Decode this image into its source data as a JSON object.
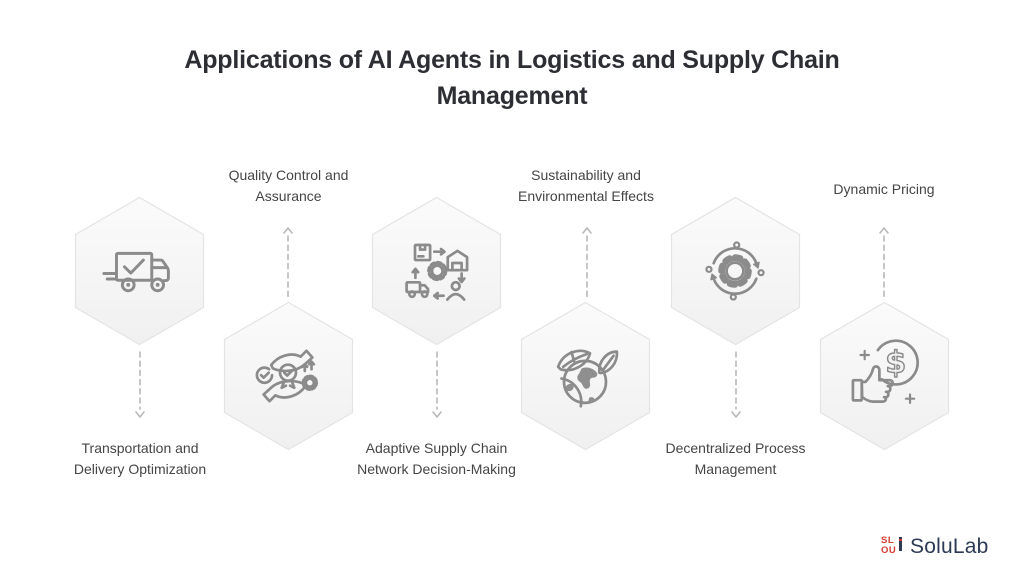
{
  "title": "Applications of AI Agents in Logistics and Supply Chain Management",
  "items": [
    {
      "label": "Transportation and Delivery Optimization",
      "icon": "delivery-truck-check-icon",
      "row": "upper",
      "label_placement": "below"
    },
    {
      "label": "Quality Control and Assurance",
      "icon": "hands-quality-badge-icon",
      "row": "lower",
      "label_placement": "above"
    },
    {
      "label": "Adaptive Supply Chain Network Decision-Making",
      "icon": "supply-chain-cycle-icon",
      "row": "upper",
      "label_placement": "below"
    },
    {
      "label": "Sustainability and Environmental Effects",
      "icon": "globe-leaves-icon",
      "row": "lower",
      "label_placement": "above"
    },
    {
      "label": "Decentralized Process Management",
      "icon": "gear-orbit-icon",
      "row": "upper",
      "label_placement": "below"
    },
    {
      "label": "Dynamic Pricing",
      "icon": "thumbs-up-dollar-icon",
      "row": "lower",
      "label_placement": "above"
    }
  ],
  "footer_logo": {
    "text": "SoluLab",
    "mark_top": "SL",
    "mark_bottom": "OU"
  },
  "colors": {
    "background": "#ffffff",
    "hexagon_fill_top": "#fbfbfb",
    "hexagon_fill_bottom": "#f0f0f0",
    "hexagon_border": "#e4e4e4",
    "icon_stroke": "#8b8b8b",
    "arrow": "#b8b8b8",
    "title_text": "#2c2e33",
    "label_text": "#454545",
    "logo_text": "#2c3a55",
    "logo_mark_red": "#d43b31"
  }
}
